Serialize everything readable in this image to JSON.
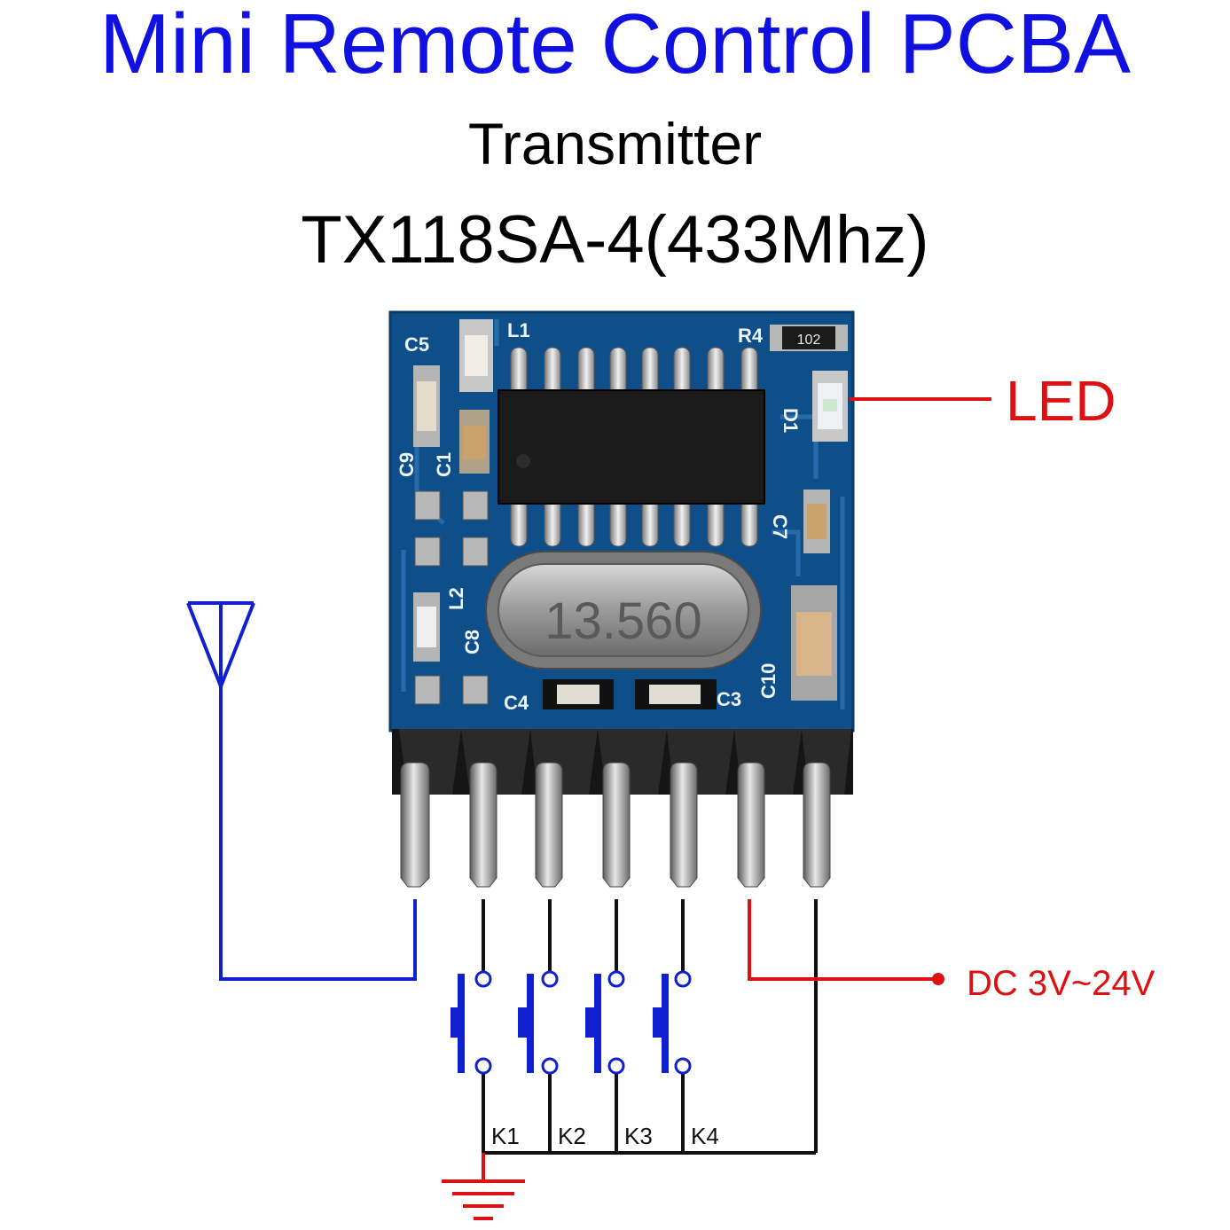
{
  "heading": {
    "title": "Mini Remote Control PCBA",
    "subtitle": "Transmitter",
    "model": "TX118SA-4(433Mhz)"
  },
  "callouts": {
    "led": "LED",
    "power": "DC 3V~24V"
  },
  "board": {
    "crystal_marking": "13.560",
    "silk_labels": {
      "c5": "C5",
      "l1": "L1",
      "r4": "R4",
      "d1": "D1",
      "c9": "C9",
      "c1": "C1",
      "c7": "C7",
      "c4": "C4",
      "c3": "C3",
      "c10": "C10",
      "c8": "C8",
      "l2": "L2",
      "chip_code": "102"
    }
  },
  "switches": {
    "labels": [
      "K1",
      "K2",
      "K3",
      "K4"
    ]
  },
  "colors": {
    "title": "#1010e0",
    "antenna_wire": "#1020d0",
    "power_wire": "#dd1111",
    "led_line": "#dd1111",
    "pcb": "#0e4f8a",
    "pin_header": "#151515"
  },
  "icons": [
    "antenna-icon",
    "ground-icon",
    "push-button-icon"
  ]
}
